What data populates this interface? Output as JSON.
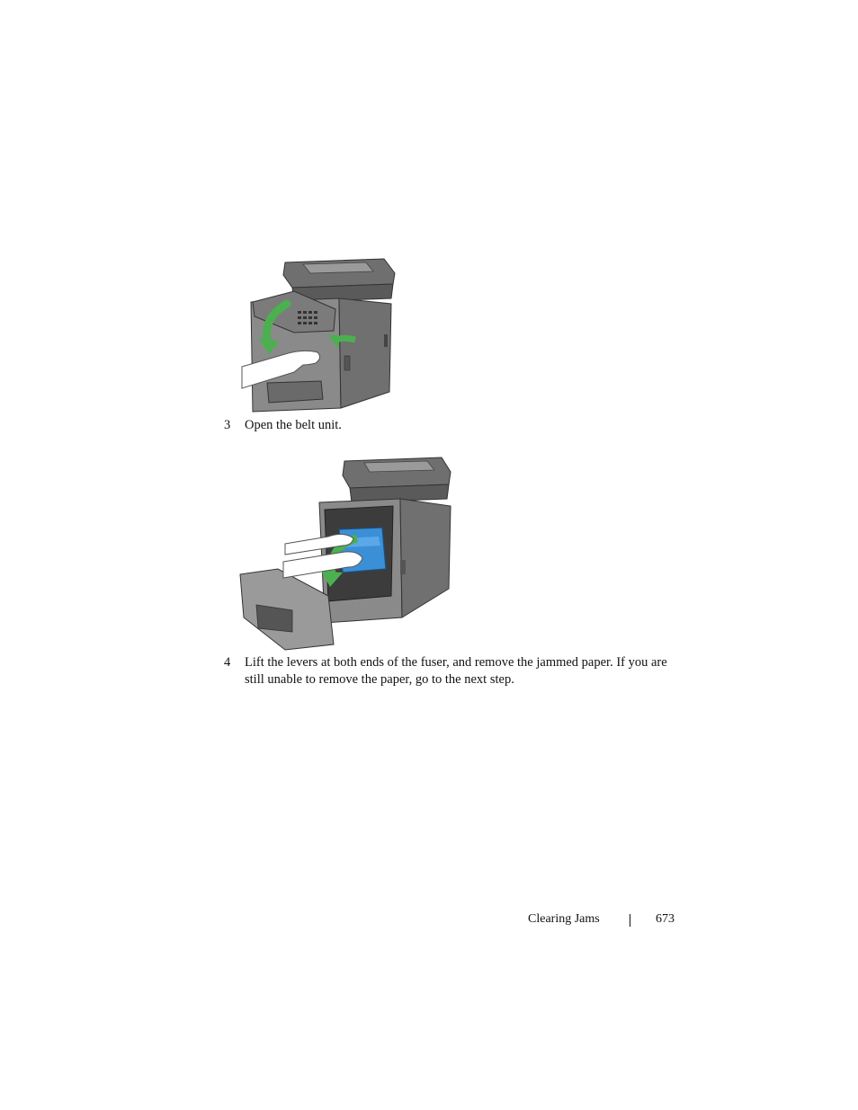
{
  "steps": [
    {
      "number": "3",
      "text": "Open the belt unit."
    },
    {
      "number": "4",
      "text": "Lift the levers at both ends of the fuser, and remove the jammed paper. If you are still unable to remove the paper, go to the next step."
    }
  ],
  "footer": {
    "section_title": "Clearing Jams",
    "page_number": "673"
  },
  "colors": {
    "arrow_green": "#4caf50",
    "belt_blue": "#3b8fd6",
    "printer_gray": "#8a8a8a"
  }
}
